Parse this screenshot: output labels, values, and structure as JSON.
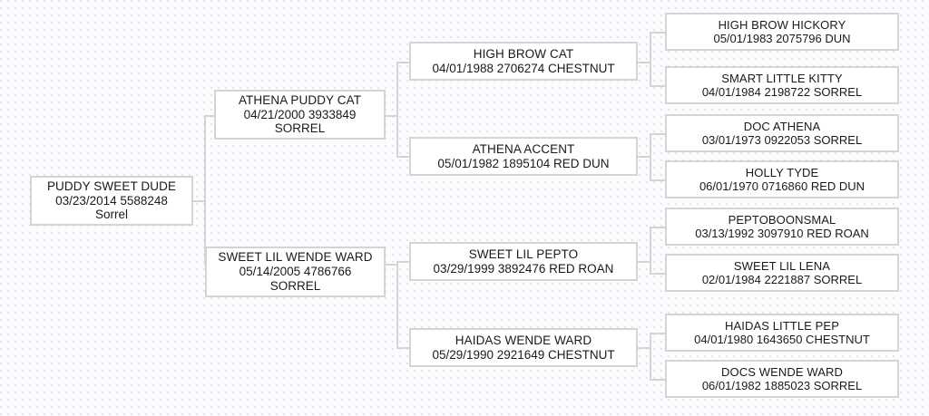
{
  "chart": {
    "type": "pedigree-tree",
    "title": "",
    "generations": 4,
    "colors": {
      "box_border": "#d4d4d4",
      "box_fill": "#ffffff",
      "connector": "#d4d4d4",
      "text": "#1a1a1a",
      "background": "#fcfcfe"
    }
  },
  "nodes": {
    "subject": {
      "name": "PUDDY SWEET DUDE",
      "detail": "03/23/2014 5588248",
      "color": "Sorrel"
    },
    "sire": {
      "name": "ATHENA PUDDY CAT",
      "detail": "04/21/2000 3933849",
      "color": "SORREL"
    },
    "dam": {
      "name": "SWEET LIL WENDE WARD",
      "detail": "05/14/2005 4786766",
      "color": "SORREL"
    },
    "sire_sire": {
      "name": "HIGH BROW CAT",
      "detail": "04/01/1988 2706274 CHESTNUT"
    },
    "sire_dam": {
      "name": "ATHENA ACCENT",
      "detail": "05/01/1982 1895104 RED DUN"
    },
    "dam_sire": {
      "name": "SWEET LIL PEPTO",
      "detail": "03/29/1999 3892476 RED ROAN"
    },
    "dam_dam": {
      "name": "HAIDAS WENDE WARD",
      "detail": "05/29/1990 2921649 CHESTNUT"
    },
    "g4_1": {
      "name": "HIGH BROW HICKORY",
      "detail": "05/01/1983 2075796 DUN"
    },
    "g4_2": {
      "name": "SMART LITTLE KITTY",
      "detail": "04/01/1984 2198722 SORREL"
    },
    "g4_3": {
      "name": "DOC ATHENA",
      "detail": "03/01/1973 0922053 SORREL"
    },
    "g4_4": {
      "name": "HOLLY TYDE",
      "detail": "06/01/1970 0716860 RED DUN"
    },
    "g4_5": {
      "name": "PEPTOBOONSMAL",
      "detail": "03/13/1992 3097910 RED ROAN"
    },
    "g4_6": {
      "name": "SWEET LIL LENA",
      "detail": "02/01/1984 2221887 SORREL"
    },
    "g4_7": {
      "name": "HAIDAS LITTLE PEP",
      "detail": "04/01/1980 1643650 CHESTNUT"
    },
    "g4_8": {
      "name": "DOCS WENDE WARD",
      "detail": "06/01/1982 1885023 SORREL"
    }
  }
}
